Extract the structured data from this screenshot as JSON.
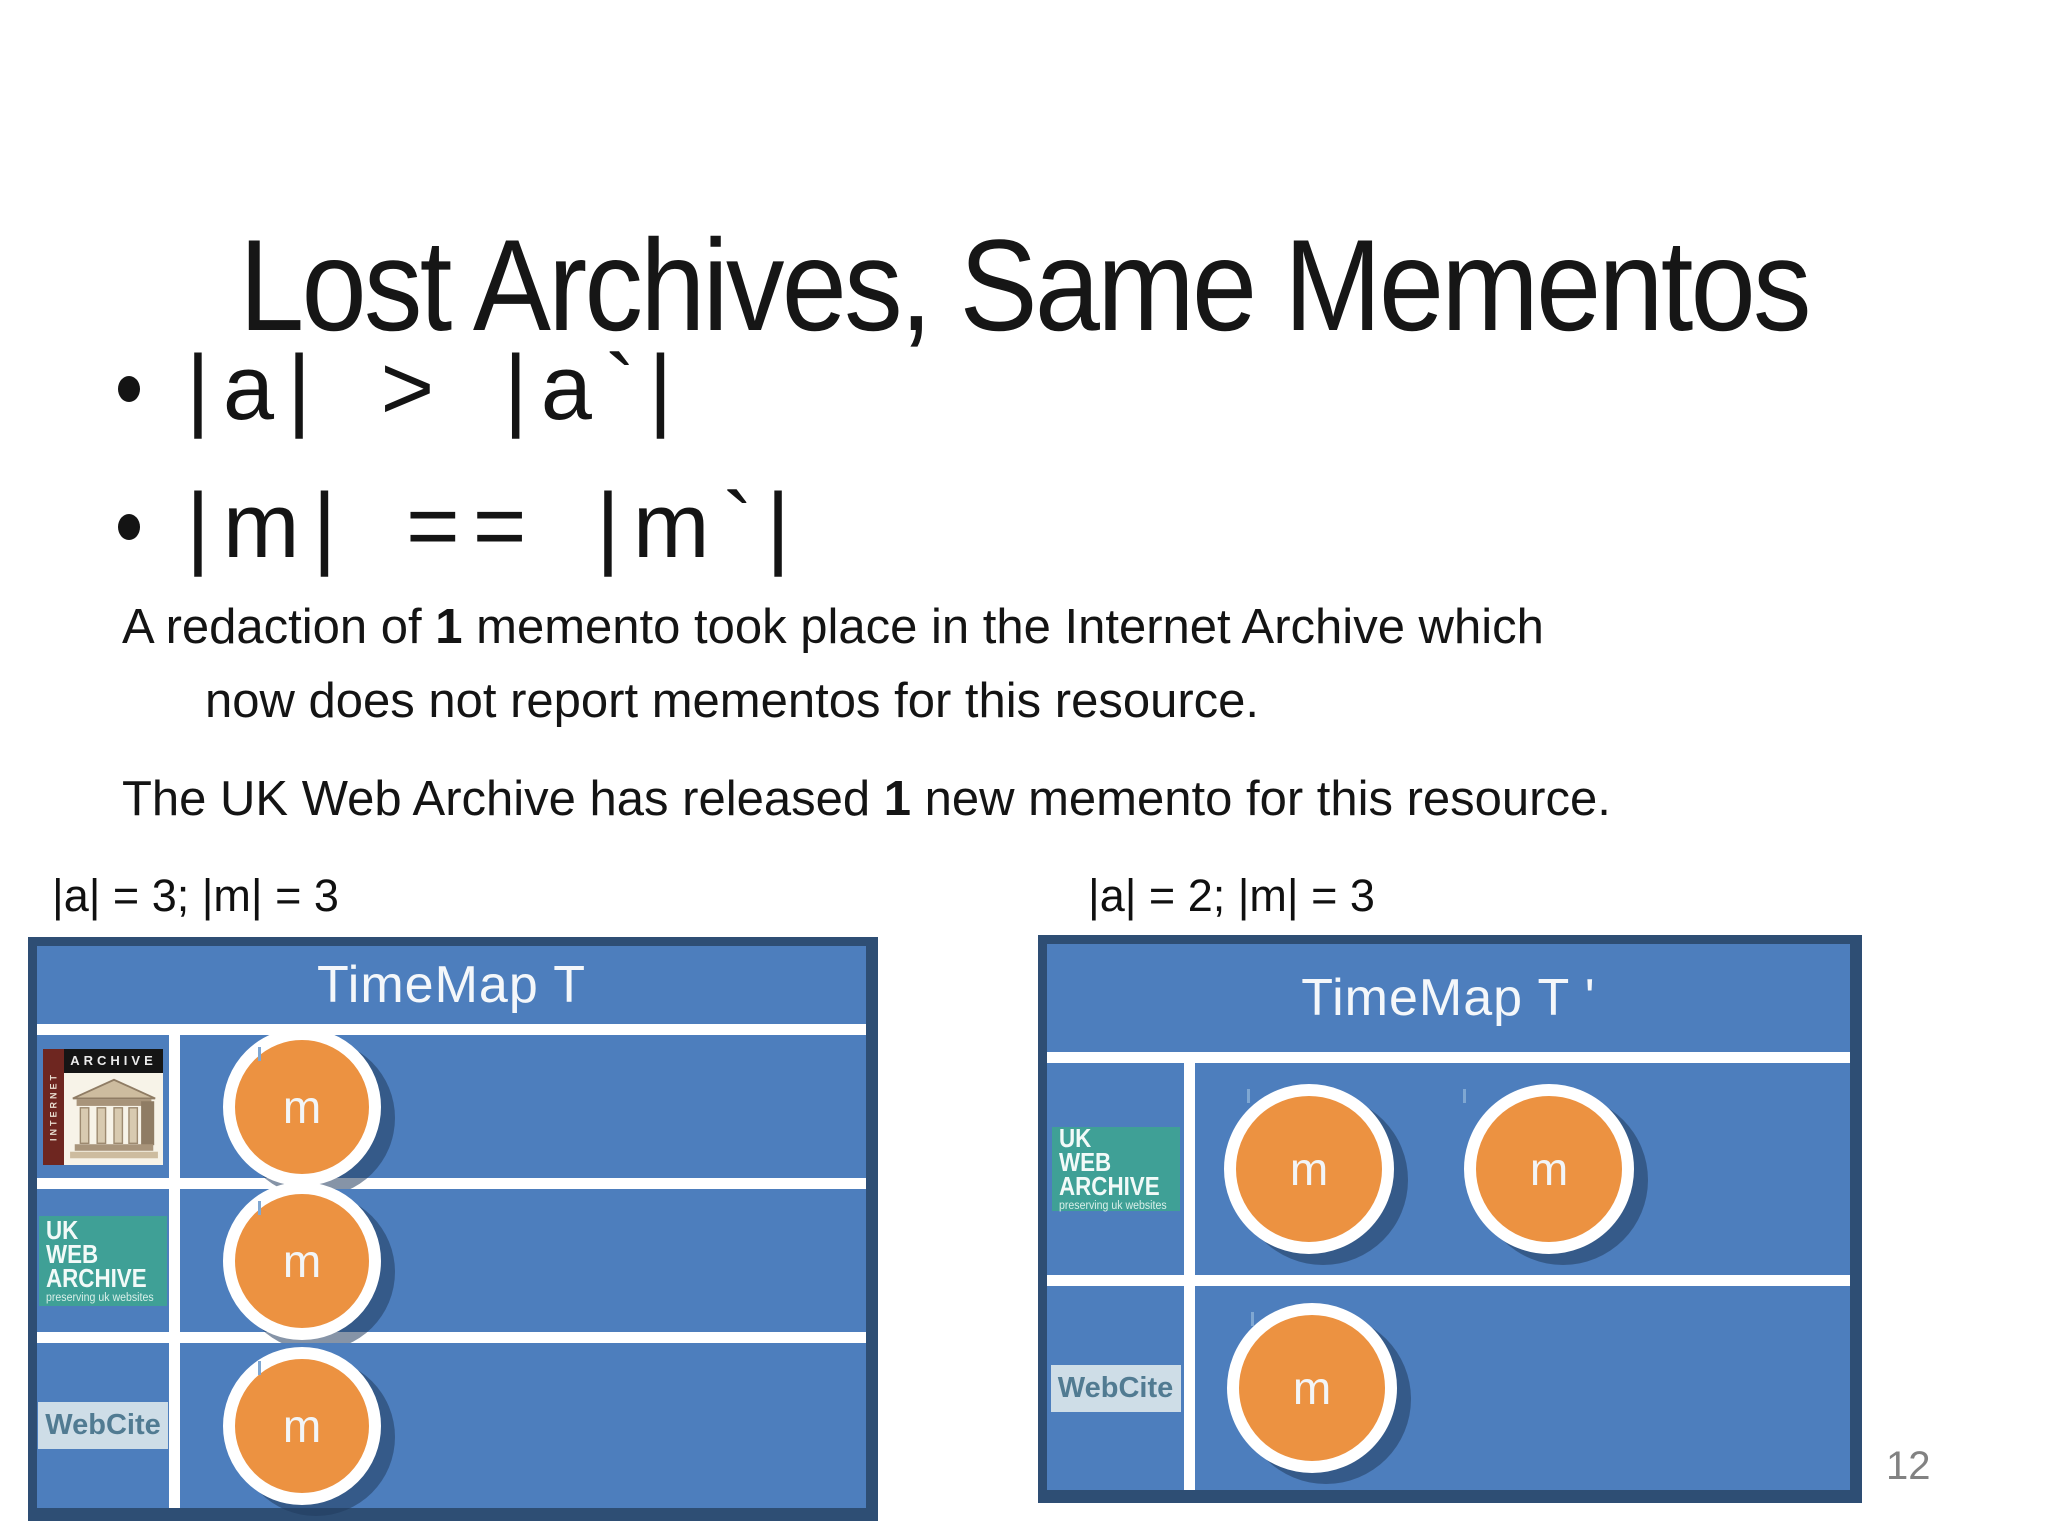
{
  "slide": {
    "title": "Lost Archives, Same Mementos",
    "bullets": [
      "|a| > |a`|",
      "|m| == |m`|"
    ],
    "paragraphs": [
      {
        "pre": "A redaction of ",
        "bold": "1",
        "post": " memento took place in the Internet Archive which",
        "line2": "now does not report mementos for this resource."
      },
      {
        "pre": "The UK Web Archive has released ",
        "bold": "1",
        "post": " new memento for this resource."
      }
    ],
    "page_number": "12"
  },
  "left_diagram": {
    "label": "|a| = 3; |m| = 3",
    "header": "TimeMap T",
    "rows": [
      {
        "archive": "internet-archive",
        "mementos": [
          "m"
        ]
      },
      {
        "archive": "uk-web-archive",
        "mementos": [
          "m"
        ]
      },
      {
        "archive": "webcite",
        "mementos": [
          "m"
        ]
      }
    ]
  },
  "right_diagram": {
    "label": "|a| = 2; |m| = 3",
    "header": "TimeMap T '",
    "rows": [
      {
        "archive": "uk-web-archive",
        "mementos": [
          "m",
          "m"
        ]
      },
      {
        "archive": "webcite",
        "mementos": [
          "m"
        ]
      }
    ]
  },
  "logos": {
    "internet_archive": {
      "top_text": "ARCHIVE",
      "side_text": "INTERNET"
    },
    "uk_web_archive": {
      "lines": [
        "UK",
        "WEB",
        "ARCHIVE"
      ],
      "tagline": "preserving uk websites"
    },
    "webcite": {
      "text": "WebCite"
    }
  },
  "colors": {
    "cell_blue": "#4d7ebd",
    "box_border": "#2e4e74",
    "memento_orange": "#ec9241",
    "memento_ring": "#ffffff",
    "memento_shadow": "rgba(35,60,94,0.55)",
    "ukwa_teal": "#3fa096",
    "webcite_bg": "#cedde7",
    "webcite_text": "#517b92",
    "ia_maroon": "#6e2620",
    "ia_bar_black": "#151515",
    "page_number_gray": "#828282",
    "text_black": "#141414"
  }
}
